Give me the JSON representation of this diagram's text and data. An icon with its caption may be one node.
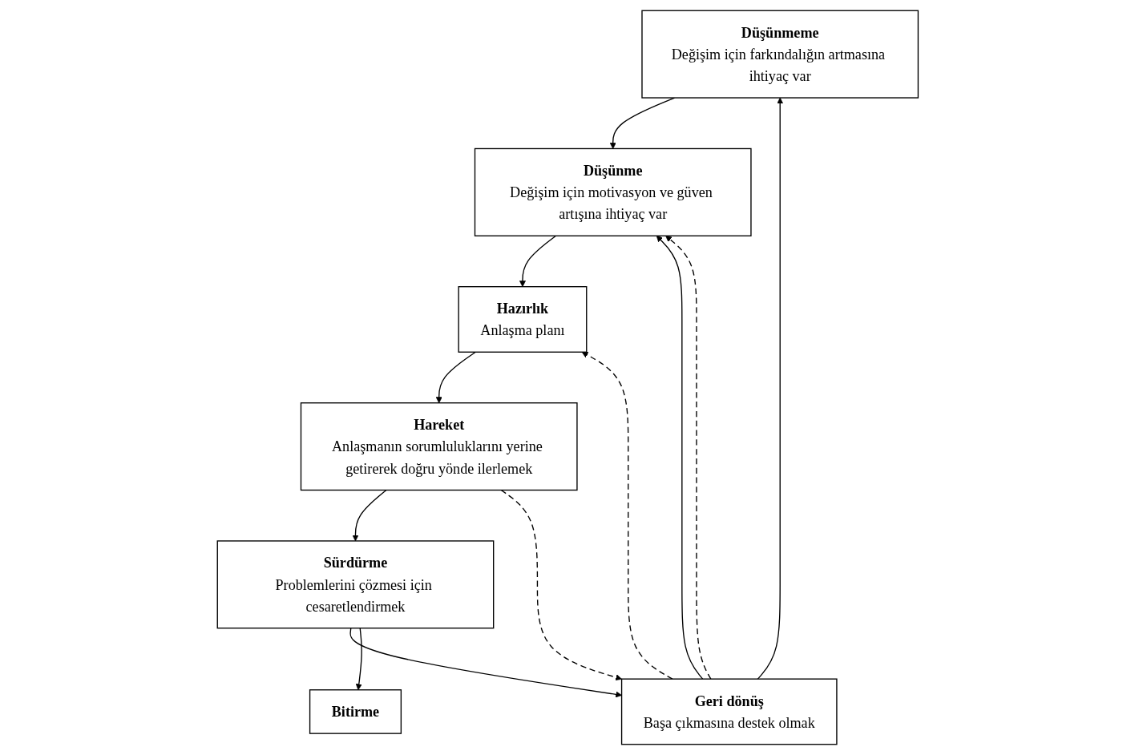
{
  "diagram": {
    "nodes": [
      {
        "text": [
          "Düşünmeme",
          "Değişim için farkındalığın artmasına ihtiyaç var"
        ]
      },
      {
        "text": [
          "Düşünme",
          "Değişim için motivasyon ve güven artışına ihtiyaç var"
        ]
      },
      {
        "text": [
          "Hazırlık",
          "Anlaşma planı"
        ]
      },
      {
        "text": [
          "Hareket",
          "Anlaşmanın sorumluluklarını yerine getirerek doğru yönde ilerlemek"
        ]
      },
      {
        "text": [
          "Sürdürme",
          "Problemlerini çözmesi için cesaretlendirmek"
        ]
      },
      {
        "text": [
          "Geri dönüş",
          "Başa çıkmasına destek olmak"
        ]
      },
      {
        "text": [
          "Bitirme"
        ]
      }
    ],
    "edges": [
      {
        "from": 0,
        "to": 1,
        "arrow": "to"
      },
      {
        "from": 1,
        "to": 2,
        "arrow": "to"
      },
      {
        "from": 2,
        "to": 3,
        "arrow": "to"
      },
      {
        "from": 3,
        "to": 4,
        "arrow": "to"
      },
      {
        "from": 4,
        "to": 5,
        "arrow": "to"
      },
      {
        "from": 5,
        "to": 1,
        "arrow": "to"
      },
      {
        "from": 4,
        "to": 6,
        "arrow": "to"
      },
      {
        "from": 5,
        "to": 0,
        "arrow": "to"
      },
      {
        "from": 5,
        "to": 1,
        "arrow": "to",
        "style": "dashed"
      },
      {
        "from": 5,
        "to": 2,
        "arrow": "to",
        "style": "dashed"
      },
      {
        "from": 3,
        "to": 5,
        "arrow": "to",
        "style": "dashed"
      }
    ]
  }
}
